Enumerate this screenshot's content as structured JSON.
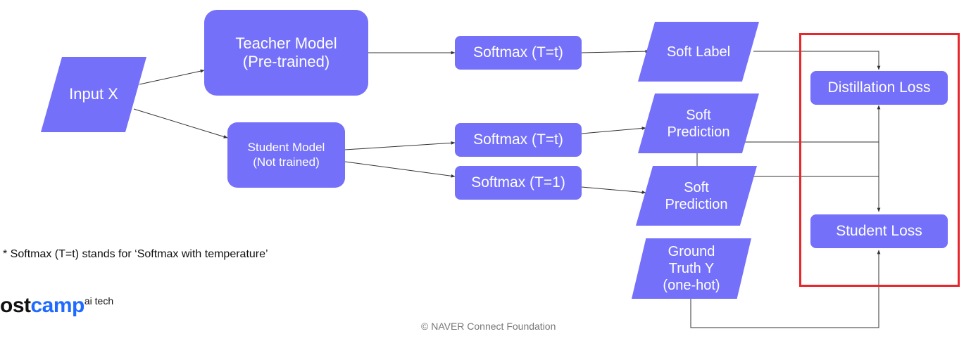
{
  "nodes": {
    "input_x": "Input X",
    "teacher_model": "Teacher Model\n(Pre-trained)",
    "student_model": "Student Model\n(Not trained)",
    "softmax_teacher": "Softmax (T=t)",
    "softmax_student_t": "Softmax (T=t)",
    "softmax_student_1": "Softmax (T=1)",
    "soft_label": "Soft Label",
    "soft_prediction_t": "Soft\nPrediction",
    "soft_prediction_1": "Soft\nPrediction",
    "ground_truth": "Ground\nTruth Y\n(one-hot)",
    "distillation_loss": "Distillation Loss",
    "student_loss": "Student Loss"
  },
  "footnote": "* Softmax (T=t) stands for ‘Softmax with temperature’",
  "logo": {
    "part1": "ost",
    "part2": "camp",
    "sup": "ai tech"
  },
  "copyright": "©  NAVER Connect Foundation",
  "colors": {
    "node": "#7470f9",
    "highlight": "#e8262c",
    "edge": "#333333",
    "logo_accent": "#1f6bff"
  }
}
